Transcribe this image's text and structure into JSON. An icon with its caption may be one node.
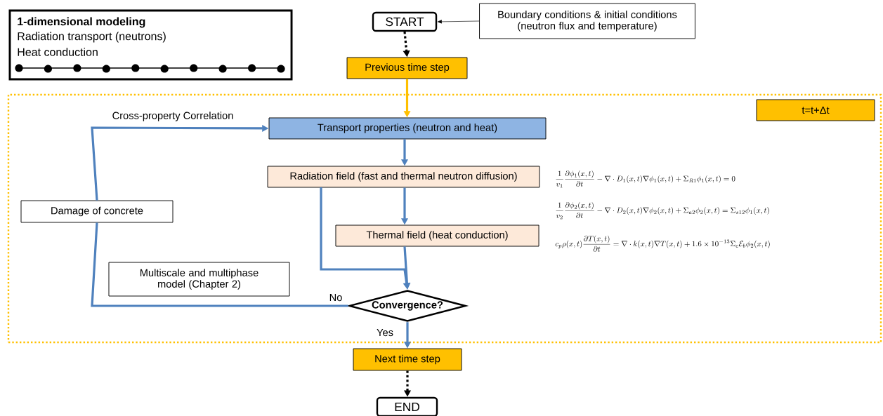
{
  "diagram": {
    "nodes": [
      {
        "text": [
          "1-dimensional modeling",
          "Radiation transport (neutrons)",
          "Heat conduction"
        ]
      },
      {
        "text": [
          "START"
        ]
      },
      {
        "text": [
          "Boundary conditions & initial conditions (neutron flux and temperature)"
        ]
      },
      {
        "text": [
          "Previous time step"
        ]
      },
      {
        "text": [],
        "shape": "box"
      },
      {
        "text": [
          "t=t+Δt"
        ],
        "in": 4
      },
      {
        "text": [
          "Transport properties (neutron and heat)"
        ],
        "in": 4
      },
      {
        "text": [
          "Radiation field (fast and thermal neutron diffusion)"
        ],
        "in": 4
      },
      {
        "text": [
          "Thermal field (heat conduction)"
        ],
        "in": 4
      },
      {
        "text": [
          "Damage of concrete"
        ],
        "in": 4
      },
      {
        "text": [
          "Multiscale and multiphase model (Chapter 2)"
        ],
        "in": 4
      },
      {
        "text": [
          "Convergence?"
        ],
        "in": 4
      },
      {
        "text": [
          "Next time step"
        ]
      },
      {
        "text": [
          "END"
        ]
      }
    ],
    "edges": [
      {
        "from": 2,
        "to": 1,
        "arrow": "to",
        "color": "#000000"
      },
      {
        "from": 1,
        "to": 3,
        "arrow": "to",
        "style": "dashed",
        "color": "#000000"
      },
      {
        "from": 3,
        "to": 6,
        "arrow": "to",
        "color": "#ffc000"
      },
      {
        "from": 6,
        "to": 7,
        "arrow": "to"
      },
      {
        "from": 7,
        "to": 8,
        "arrow": "to"
      },
      {
        "from": 7,
        "to": 11,
        "arrow": "to"
      },
      {
        "from": 8,
        "to": 11,
        "arrow": "to"
      },
      {
        "from": 11,
        "to": 9,
        "arrow": "none",
        "label": "No"
      },
      {
        "from": 9,
        "to": 6,
        "arrow": "to",
        "label": "Cross-property Correlation"
      },
      {
        "from": 11,
        "to": 12,
        "arrow": "to",
        "label": "Yes"
      },
      {
        "from": 12,
        "to": 13,
        "arrow": "to",
        "style": "dashed",
        "color": "#000000"
      }
    ],
    "labels": [
      "\\frac{1}{v_1}\\frac{\\partial\\phi_1(x,t)}{\\partial t}-\\nabla\\cdot D_1(x,t)\\nabla\\phi_1(x,t)+\\Sigma_{R1}\\phi_1(x,t)=0",
      "\\frac{1}{v_2}\\frac{\\partial\\phi_2(x,t)}{\\partial t}-\\nabla\\cdot D_2(x,t)\\nabla\\phi_2(x,t)+\\Sigma_{a2}\\phi_2(x,t)=\\Sigma_{s12}\\phi_1(x,t)",
      "c_p\\rho(x,t)\\frac{\\partial T(x,t)}{\\partial t}=\\nabla\\cdot k(x,t)\\nabla T(x,t)+1.6\\times 10^{-13}\\Sigma_c\\mathcal{E}_b\\phi_2(x,t)"
    ]
  }
}
